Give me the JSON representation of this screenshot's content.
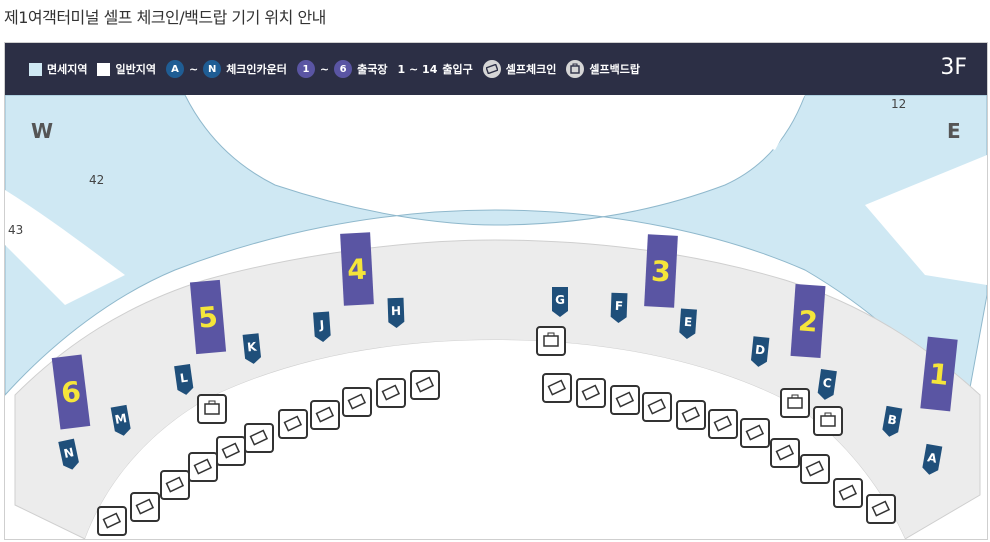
{
  "title": "제1여객터미널 셀프 체크인/백드랍 기기 위치 안내",
  "legend": {
    "duty_free": "면세지역",
    "general": "일반지역",
    "counter_from": "A",
    "counter_to": "N",
    "counter_label": "체크인카운터",
    "dep_from": "1",
    "dep_to": "6",
    "dep_label": "출국장",
    "tilde": "~",
    "entrance_range": "1 ~ 14",
    "entrance_label": "출입구",
    "self_checkin_label": "셀프체크인",
    "self_bagdrop_label": "셀프백드랍"
  },
  "floor": "3F",
  "directions": {
    "west": "W",
    "east": "E"
  },
  "gates": [
    "12",
    "42",
    "43"
  ],
  "departures": [
    "1",
    "2",
    "3",
    "4",
    "5",
    "6"
  ],
  "counters": [
    "A",
    "B",
    "C",
    "D",
    "E",
    "F",
    "G",
    "H",
    "J",
    "K",
    "L",
    "M",
    "N"
  ],
  "colors": {
    "header_bg": "#2c2f45",
    "duty_free_area": "#cfe8f3",
    "terminal_floor": "#ececec",
    "departure_marker": "#5a55a3",
    "departure_text": "#f5e53a",
    "counter_marker": "#1f4f7a",
    "kiosk_border": "#333333"
  },
  "icons": {
    "self_checkin": "self-checkin-kiosk-icon",
    "self_bagdrop": "self-bagdrop-icon"
  }
}
